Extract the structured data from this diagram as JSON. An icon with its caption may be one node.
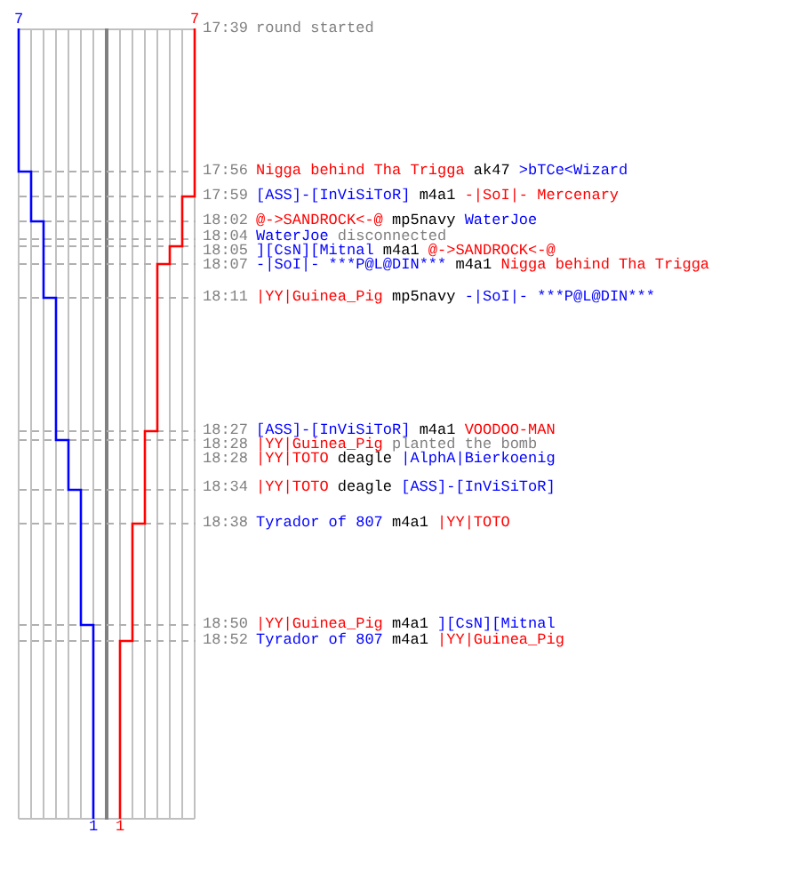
{
  "diagram": {
    "labels": [
      "7",
      "7",
      "17:39",
      "round started",
      "17:56",
      "Nigga behind Tha Trigga",
      "ak47",
      ">bTCe<Wizard",
      "17:59",
      "[ASS]-[InViSiToR]",
      "m4a1",
      "-|SoI|- Mercenary",
      "18:02",
      "@->SANDROCK<-@",
      "mp5navy",
      "WaterJoe",
      "18:04",
      "WaterJoe",
      "disconnected",
      "18:05",
      "][CsN][Mitnal",
      "m4a1",
      "@->SANDROCK<-@",
      "18:07",
      "-|SoI|- ***P@L@DIN***",
      "m4a1",
      "Nigga behind Tha Trigga",
      "18:11",
      "|YY|Guinea_Pig",
      "mp5navy",
      "-|SoI|- ***P@L@DIN***",
      "18:27",
      "[ASS]-[InViSiToR]",
      "m4a1",
      "VOODOO-MAN",
      "18:28",
      "|YY|Guinea_Pig",
      "planted the bomb",
      "18:28",
      "|YY|TOTO",
      "deagle",
      "|AlphA|Bierkoenig",
      "18:34",
      "|YY|TOTO",
      "deagle",
      "[ASS]-[InViSiToR]",
      "18:38",
      "Tyrador of 807",
      "m4a1",
      "|YY|TOTO",
      "18:50",
      "|YY|Guinea_Pig",
      "m4a1",
      "][CsN][Mitnal",
      "18:52",
      "Tyrador of 807",
      "m4a1",
      "|YY|Guinea_Pig",
      "1",
      "1"
    ]
  }
}
